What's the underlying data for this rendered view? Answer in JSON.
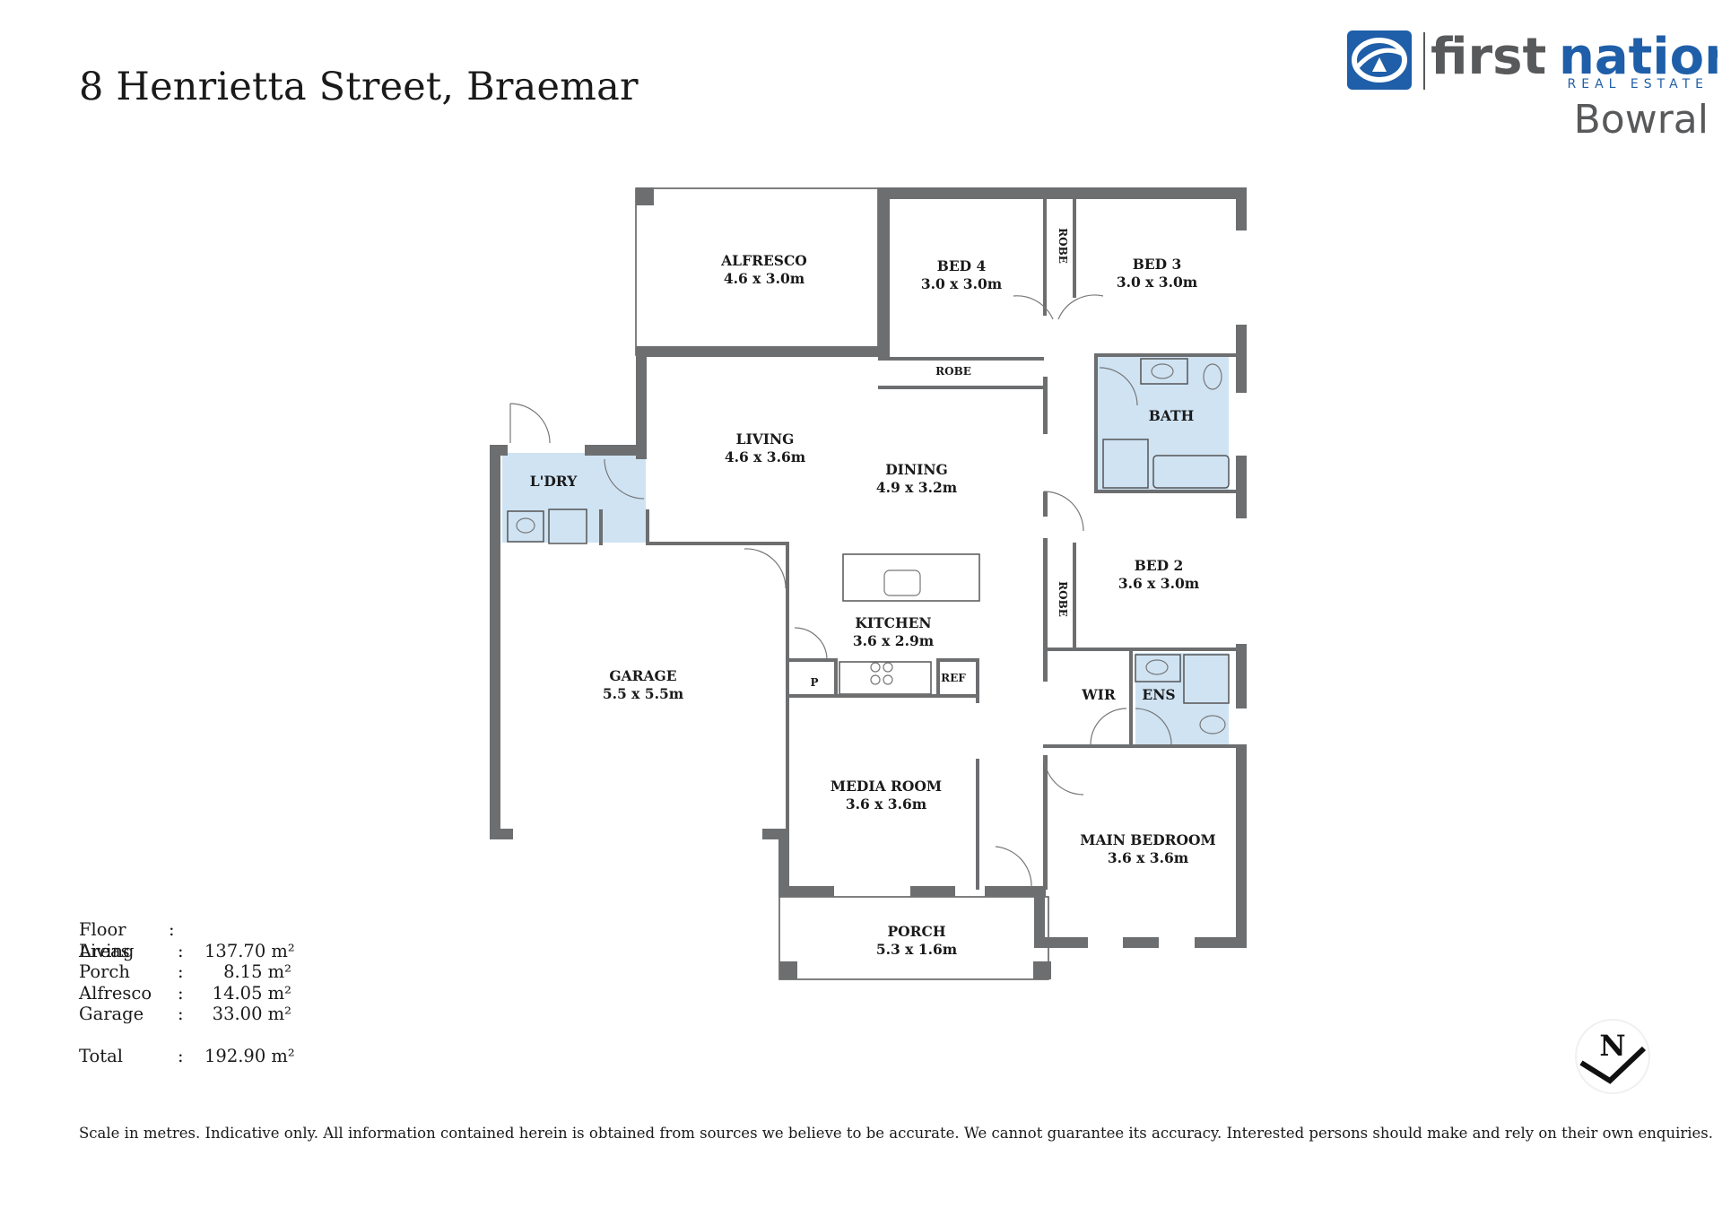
{
  "address": "8 Henrietta Street, Braemar",
  "brand": {
    "name_part1": "first",
    "name_part2": "national",
    "tagline": "REAL ESTATE",
    "office": "Bowral",
    "colors": {
      "blue": "#1f5ea8",
      "grey": "#58595b"
    },
    "logo_icon": "first-national-emblem"
  },
  "rooms": {
    "alfresco": {
      "name": "ALFRESCO",
      "size": "4.6 x 3.0m"
    },
    "bed4": {
      "name": "BED 4",
      "size": "3.0 x 3.0m"
    },
    "bed3": {
      "name": "BED 3",
      "size": "3.0 x 3.0m"
    },
    "robe_top": {
      "name": "ROBE"
    },
    "robe_bed4": {
      "name": "ROBE"
    },
    "bath": {
      "name": "BATH"
    },
    "living": {
      "name": "LIVING",
      "size": "4.6 x 3.6m"
    },
    "dining": {
      "name": "DINING",
      "size": "4.9 x 3.2m"
    },
    "laundry": {
      "name": "L'DRY"
    },
    "bed2": {
      "name": "BED 2",
      "size": "3.6 x 3.0m"
    },
    "robe_bed2": {
      "name": "ROBE"
    },
    "kitchen": {
      "name": "KITCHEN",
      "size": "3.6 x 2.9m"
    },
    "garage": {
      "name": "GARAGE",
      "size": "5.5 x 5.5m"
    },
    "pantry": {
      "name": "P"
    },
    "fridge": {
      "name": "REF"
    },
    "wir": {
      "name": "WIR"
    },
    "ensuite": {
      "name": "ENS"
    },
    "media": {
      "name": "MEDIA ROOM",
      "size": "3.6 x 3.6m"
    },
    "main_bed": {
      "name": "MAIN BEDROOM",
      "size": "3.6 x 3.6m"
    },
    "porch": {
      "name": "PORCH",
      "size": "5.3 x 1.6m"
    }
  },
  "floor_areas": {
    "heading": "Floor Areas",
    "sep": ":",
    "rows": [
      {
        "label": "Living",
        "value": "137.70 m²"
      },
      {
        "label": "Porch",
        "value": "8.15 m²"
      },
      {
        "label": "Alfresco",
        "value": "14.05 m²"
      },
      {
        "label": "Garage",
        "value": "33.00 m²"
      }
    ],
    "total": {
      "label": "Total",
      "value": "192.90 m²"
    }
  },
  "north": "N",
  "disclaimer": "Scale in metres. Indicative only. All information contained herein is obtained from sources we believe to be accurate. We cannot guarantee its accuracy. Interested persons should make and rely on their own enquiries.",
  "colors": {
    "wall": "#6d6e70",
    "wet_area": "#cfe3f3",
    "line": "#4a4a4a"
  }
}
